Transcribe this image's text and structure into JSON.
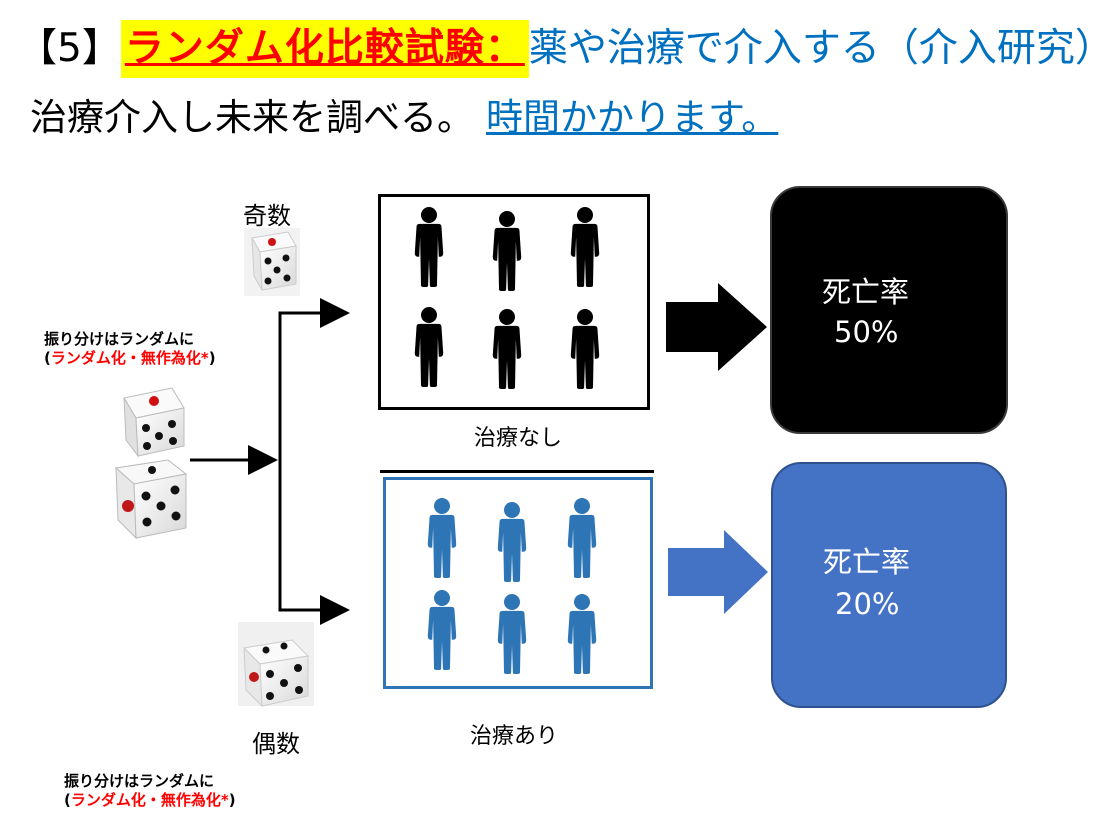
{
  "title": {
    "bracket": "【5】",
    "highlight": "ランダム化比較試験：",
    "rest": "薬や治療で介入する（介入研究）"
  },
  "subtitle": {
    "text": "治療介入し未来を調べる。",
    "link": "時間かかります。"
  },
  "dice": {
    "odd_label": "奇数",
    "even_label": "偶数"
  },
  "notes": {
    "line1": "振り分けはランダムに",
    "paren_open": "(",
    "red_text": "ランダム化・無作為化*",
    "paren_close": ")"
  },
  "groups": {
    "no_treatment": {
      "label": "治療なし",
      "figure_color": "#000000"
    },
    "treatment": {
      "label": "治療あり",
      "figure_color": "#2e75b6"
    }
  },
  "results": {
    "no_treatment": {
      "title": "死亡率",
      "value": "50%"
    },
    "treatment": {
      "title": "死亡率",
      "value": "20%"
    }
  },
  "colors": {
    "highlight_bg": "#ffff00",
    "highlight_text": "#ff0000",
    "link_blue": "#0070c0",
    "box_blue": "#4472c4"
  }
}
